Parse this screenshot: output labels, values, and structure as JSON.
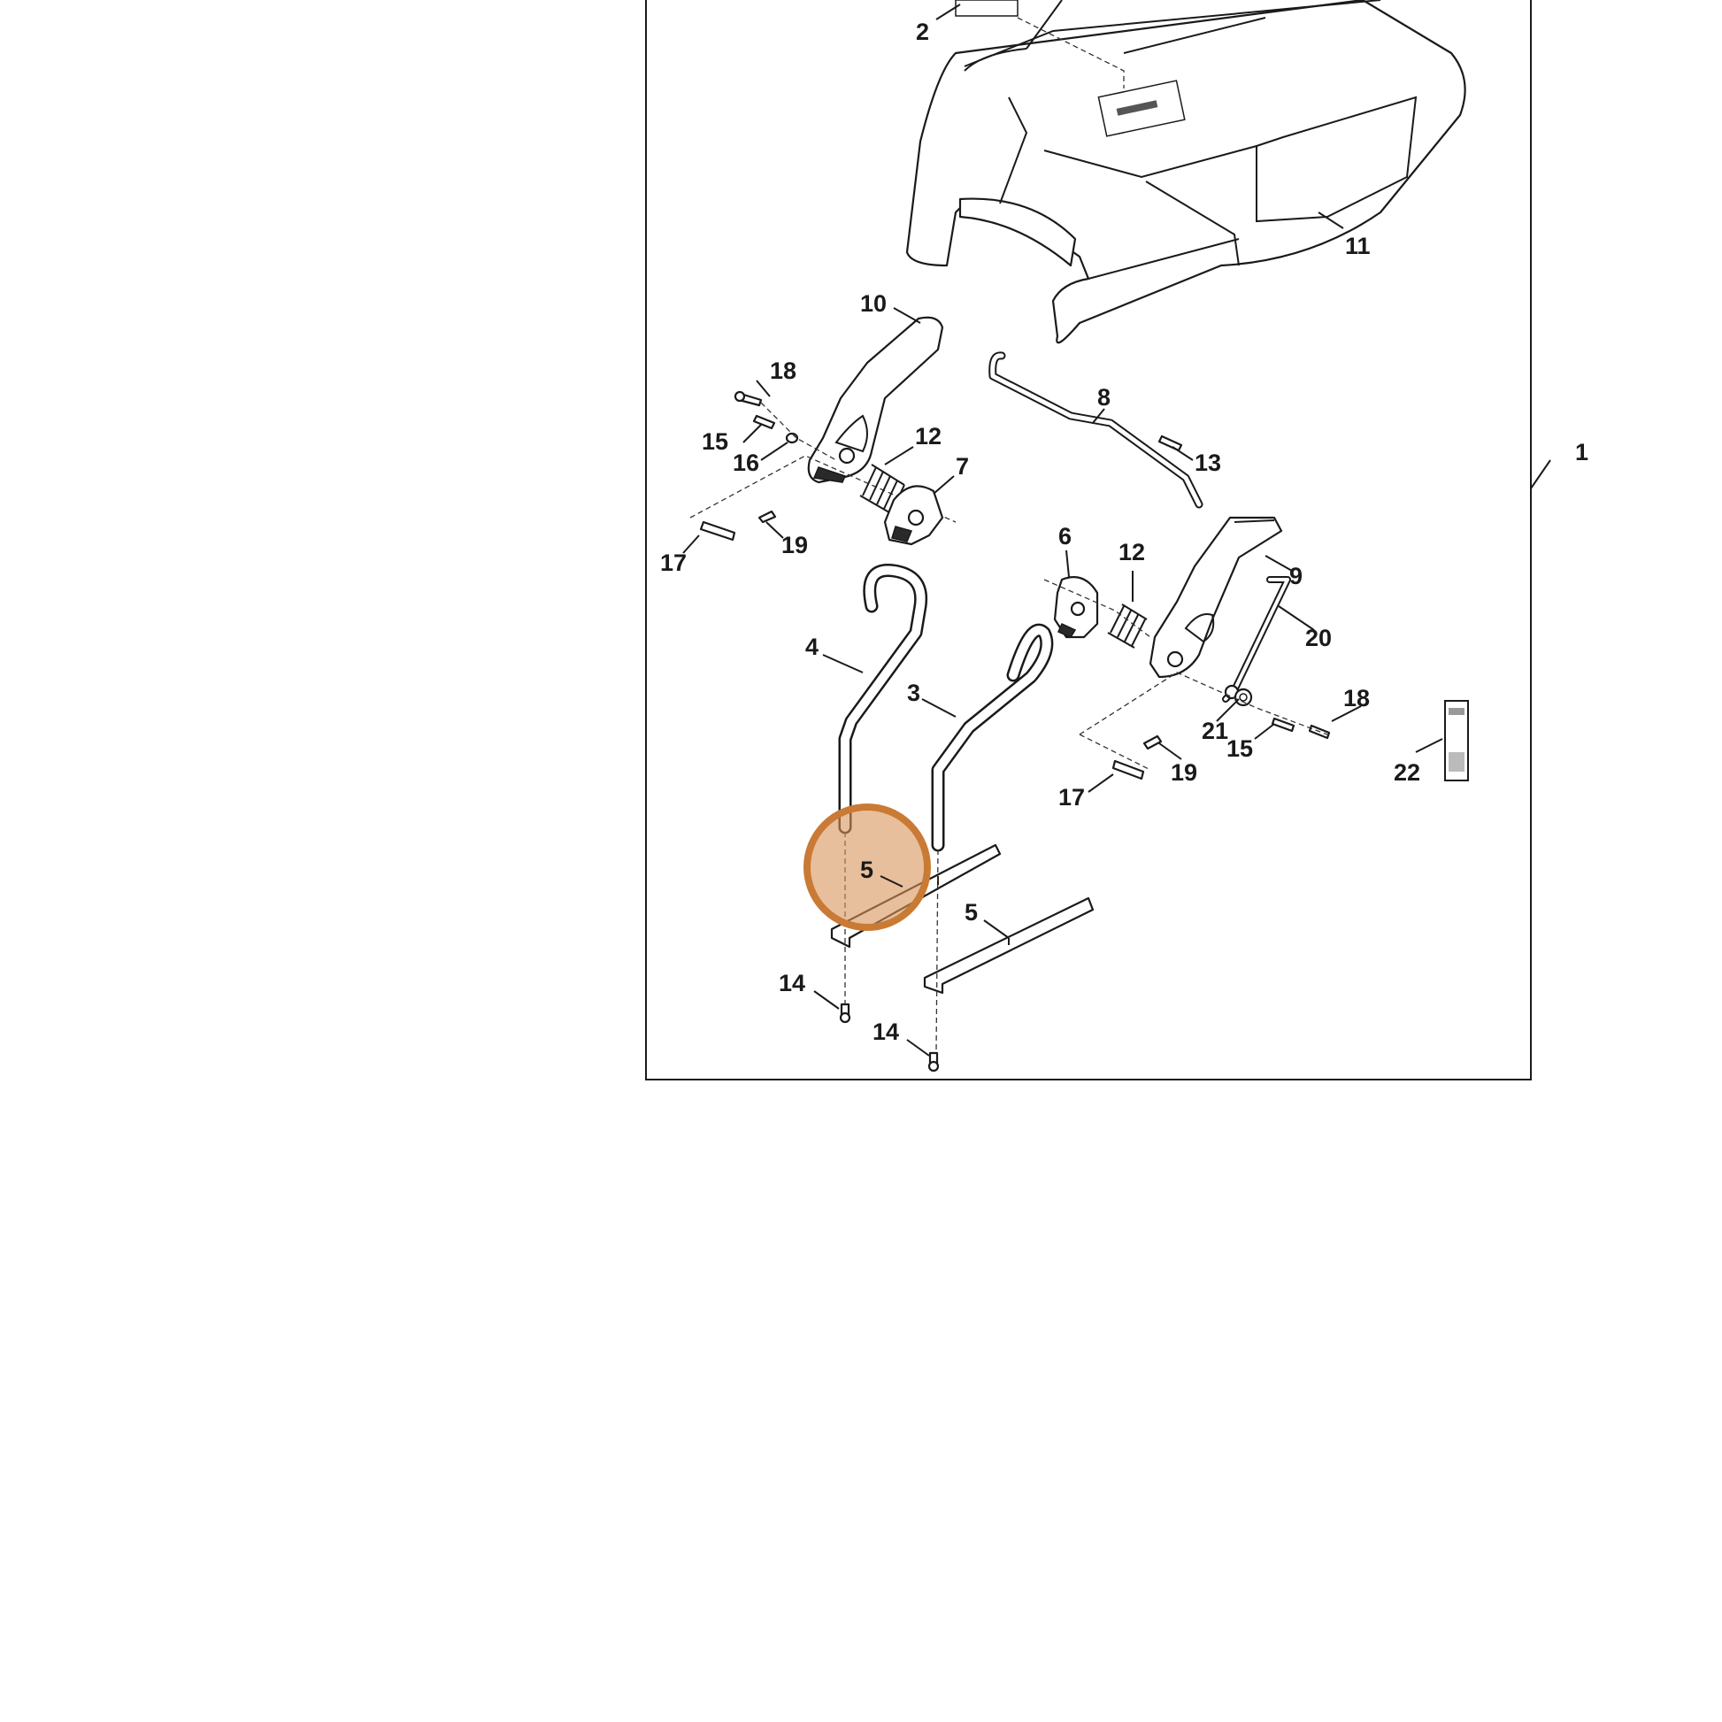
{
  "diagram": {
    "callouts": [
      "1",
      "2",
      "3",
      "4",
      "5",
      "5",
      "6",
      "7",
      "8",
      "9",
      "10",
      "11",
      "12",
      "12",
      "13",
      "14",
      "14",
      "15",
      "15",
      "16",
      "17",
      "17",
      "18",
      "18",
      "19",
      "19",
      "20",
      "21",
      "22"
    ],
    "highlight": {
      "callout": "5",
      "color": "#d9945a",
      "ring_color": "#c97a34"
    }
  }
}
